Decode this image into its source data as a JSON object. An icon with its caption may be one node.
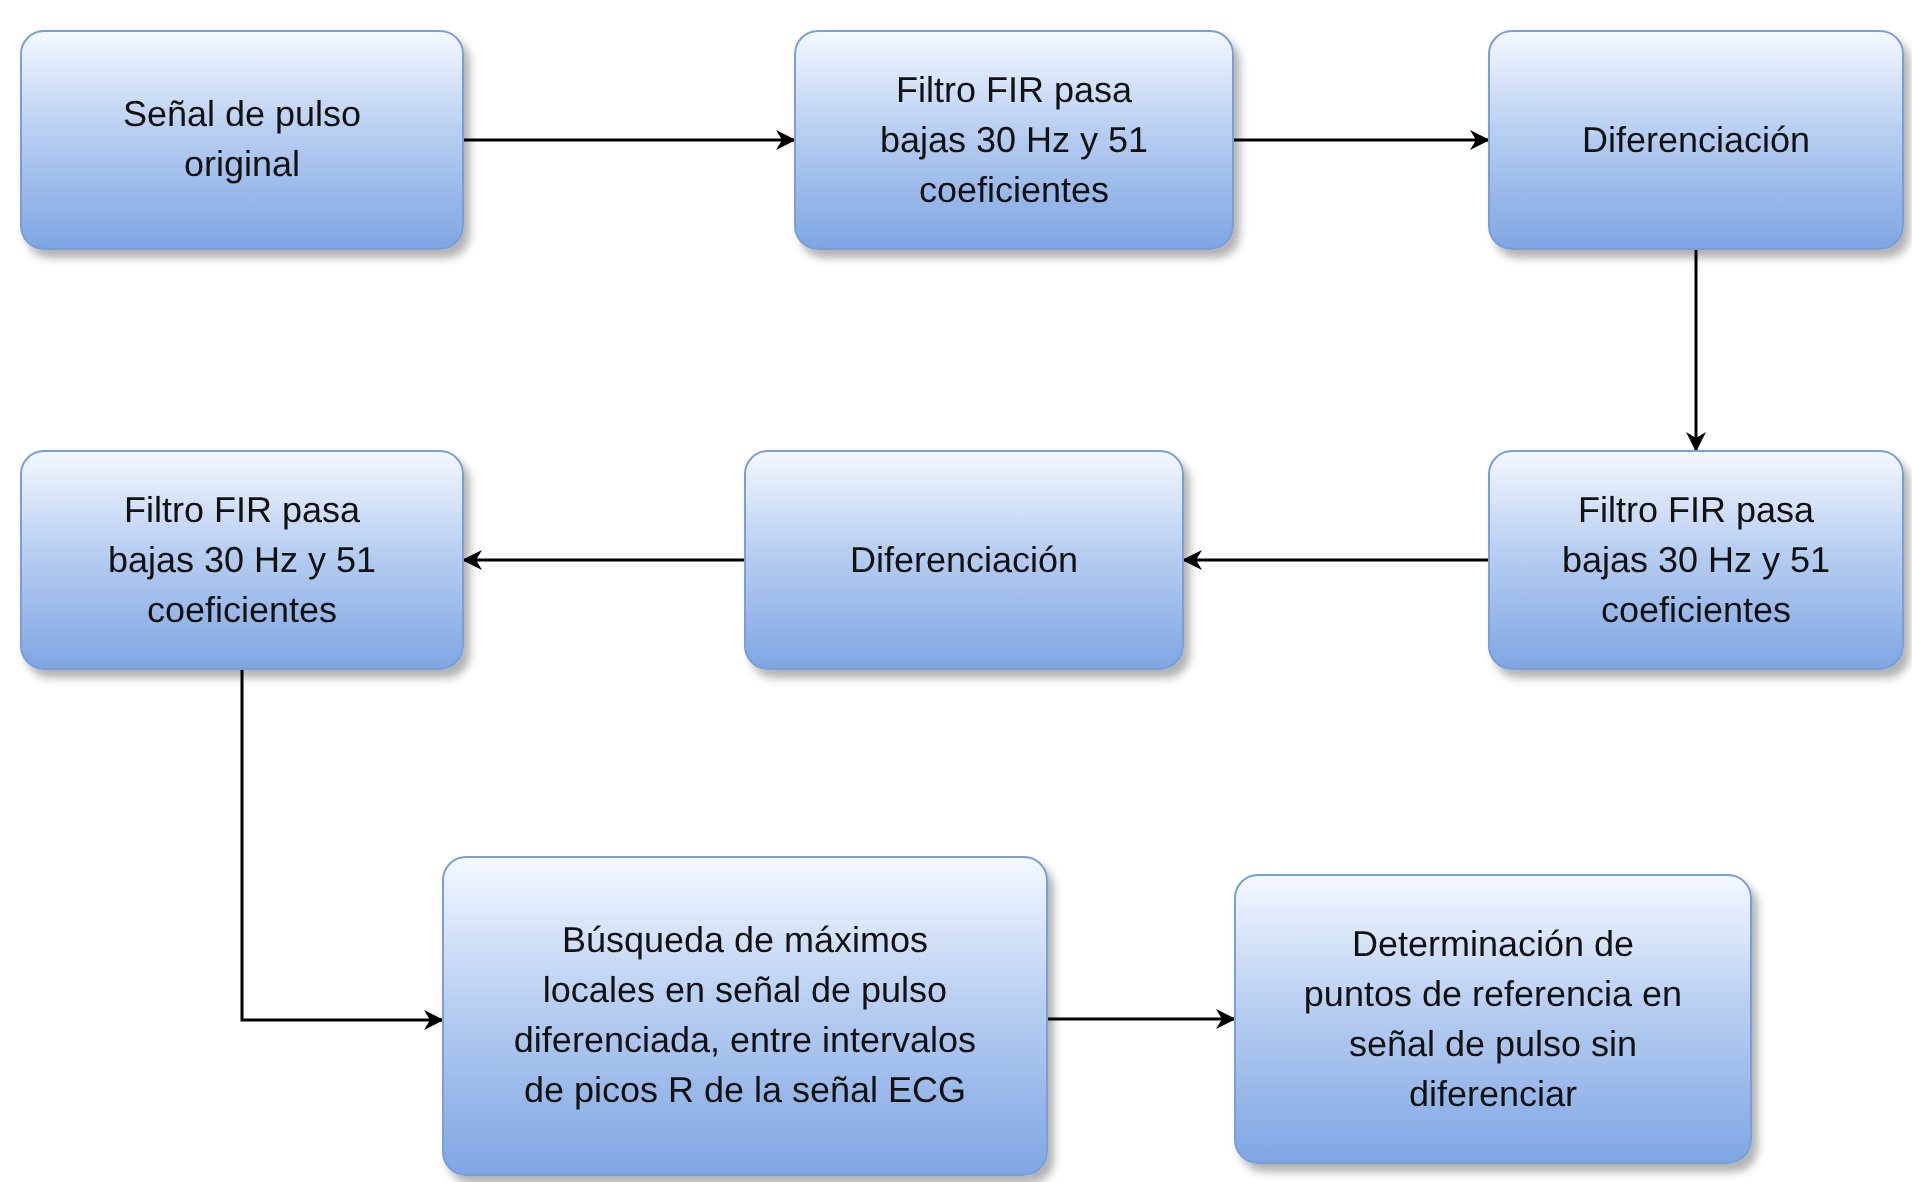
{
  "diagram": {
    "nodes": [
      {
        "text": [
          "Señal de pulso original"
        ]
      },
      {
        "text": [
          "Filtro FIR pasa bajas 30 Hz y 51 coeficientes"
        ]
      },
      {
        "text": [
          "Diferenciación"
        ]
      },
      {
        "text": [
          "Filtro FIR pasa bajas 30 Hz y 51 coeficientes"
        ]
      },
      {
        "text": [
          "Diferenciación"
        ]
      },
      {
        "text": [
          "Filtro FIR pasa bajas 30 Hz y 51 coeficientes"
        ]
      },
      {
        "text": [
          "Búsqueda de máximos locales en señal de pulso diferenciada, entre intervalos de picos R de la señal ECG"
        ]
      },
      {
        "text": [
          "Determinación de puntos de referencia en señal de pulso sin diferenciar"
        ]
      }
    ],
    "edges": [
      {
        "from": 0,
        "to": 1,
        "arrow": "to"
      },
      {
        "from": 1,
        "to": 2,
        "arrow": "to"
      },
      {
        "from": 2,
        "to": 3,
        "arrow": "to"
      },
      {
        "from": 3,
        "to": 4,
        "arrow": "to"
      },
      {
        "from": 4,
        "to": 5,
        "arrow": "to"
      },
      {
        "from": 5,
        "to": 6,
        "arrow": "to"
      },
      {
        "from": 6,
        "to": 7,
        "arrow": "to"
      }
    ]
  }
}
